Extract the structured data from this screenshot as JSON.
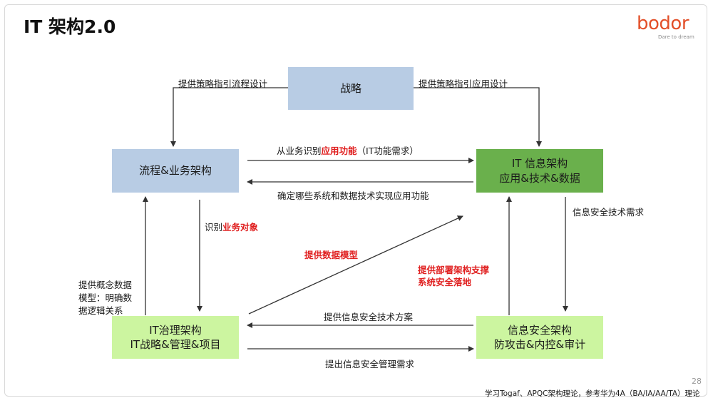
{
  "title": "IT 架构2.0",
  "logo": {
    "word": "bodor",
    "tagline": "Dare to dream"
  },
  "boxes": {
    "strategy": "战略",
    "process_line1": "流程&业务架构",
    "it_info_line1": "IT 信息架构",
    "it_info_line2": "应用&技术&数据",
    "governance_line1": "IT治理架构",
    "governance_line2": "IT战略&管理&项目",
    "security_line1": "信息安全架构",
    "security_line2": "防攻击&内控&审计"
  },
  "labels": {
    "strategy_to_process": "提供策略指引流程设计",
    "strategy_to_it": "提供策略指引应用设计",
    "process_to_it_prefix": "从业务识别",
    "process_to_it_highlight": "应用功能",
    "process_to_it_suffix": "（IT功能需求）",
    "it_to_process": "确定哪些系统和数据技术实现应用功能",
    "identify_prefix": "识别",
    "identify_highlight": "业务对象",
    "data_model": "提供数据模型",
    "deploy_line1": "提供部署架构支撑",
    "deploy_line2": "系统安全落地",
    "concept_line1": "提供概念数据",
    "concept_line2": "模型：明确数",
    "concept_line3": "据逻辑关系",
    "security_tech_need": "信息安全技术需求",
    "security_solution": "提供信息安全技术方案",
    "security_mgmt_need": "提出信息安全管理需求"
  },
  "footer": {
    "page_number": "28",
    "note": "学习Togaf、APQC架构理论，参考华为4A（BA/IA/AA/TA）理论"
  },
  "colors": {
    "blue_box": "#b8cce4",
    "dark_green_box": "#6ab04c",
    "light_green_box": "#ccf5a0",
    "highlight_red": "#e02020",
    "arrow": "#333333",
    "logo": "#e3502a"
  }
}
